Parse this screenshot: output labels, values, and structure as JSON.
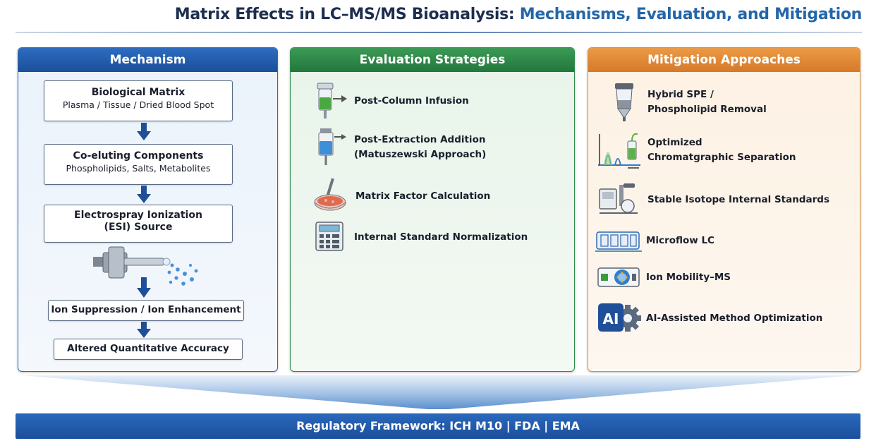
{
  "title": {
    "main": "Matrix Effects in LC–MS/MS Bioanalysis:",
    "sub": "Mechanisms, Evaluation, and Mitigation"
  },
  "mechanism": {
    "header": "Mechanism",
    "steps": [
      {
        "title": "Biological Matrix",
        "detail": "Plasma / Tissue / Dried Blood Spot"
      },
      {
        "title": "Co-eluting Components",
        "detail": "Phospholipids, Salts, Metabolites"
      },
      {
        "title": "Electrospray Ionization",
        "detail": "(ESI) Source"
      },
      {
        "title": "Ion Suppression / Ion Enhancement"
      },
      {
        "title": "Altered Quantitative Accuracy"
      }
    ],
    "icon": "electrospray-source-icon"
  },
  "evaluation": {
    "header": "Evaluation Strategies",
    "items": [
      {
        "lines": [
          "Post-Column Infusion"
        ],
        "icon": "infusion-syringe-icon"
      },
      {
        "lines": [
          "Post-Extraction Addition",
          "(Matuszewski Approach)"
        ],
        "icon": "extraction-tube-icon"
      },
      {
        "lines": [
          "Matrix Factor Calculation"
        ],
        "icon": "petri-dish-icon"
      },
      {
        "lines": [
          "Internal Standard Normalization"
        ],
        "icon": "calculator-icon"
      }
    ]
  },
  "mitigation": {
    "header": "Mitigation Approaches",
    "items": [
      {
        "lines": [
          "Hybrid SPE /",
          "Phospholipid Removal"
        ],
        "icon": "spe-cartridge-icon"
      },
      {
        "lines": [
          "Optimized",
          "Chromatgraphic Separation"
        ],
        "icon": "chromatogram-icon"
      },
      {
        "lines": [
          "Stable Isotope Internal Standards"
        ],
        "icon": "lab-apparatus-icon"
      },
      {
        "lines": [
          "Microflow LC"
        ],
        "icon": "microflow-lc-icon"
      },
      {
        "lines": [
          "Ion Mobility–MS"
        ],
        "icon": "ion-mobility-icon"
      },
      {
        "lines": [
          "AI-Assisted Method Optimization"
        ],
        "icon": "ai-gear-icon"
      }
    ]
  },
  "footer": "Regulatory Framework:  ICH M10  |  FDA  |  EMA",
  "colors": {
    "mechanism": "#1f5aa8",
    "evaluation": "#2a8a45",
    "mitigation": "#e08a35",
    "title": "#1d2e4f",
    "subtitle": "#2466a8"
  }
}
